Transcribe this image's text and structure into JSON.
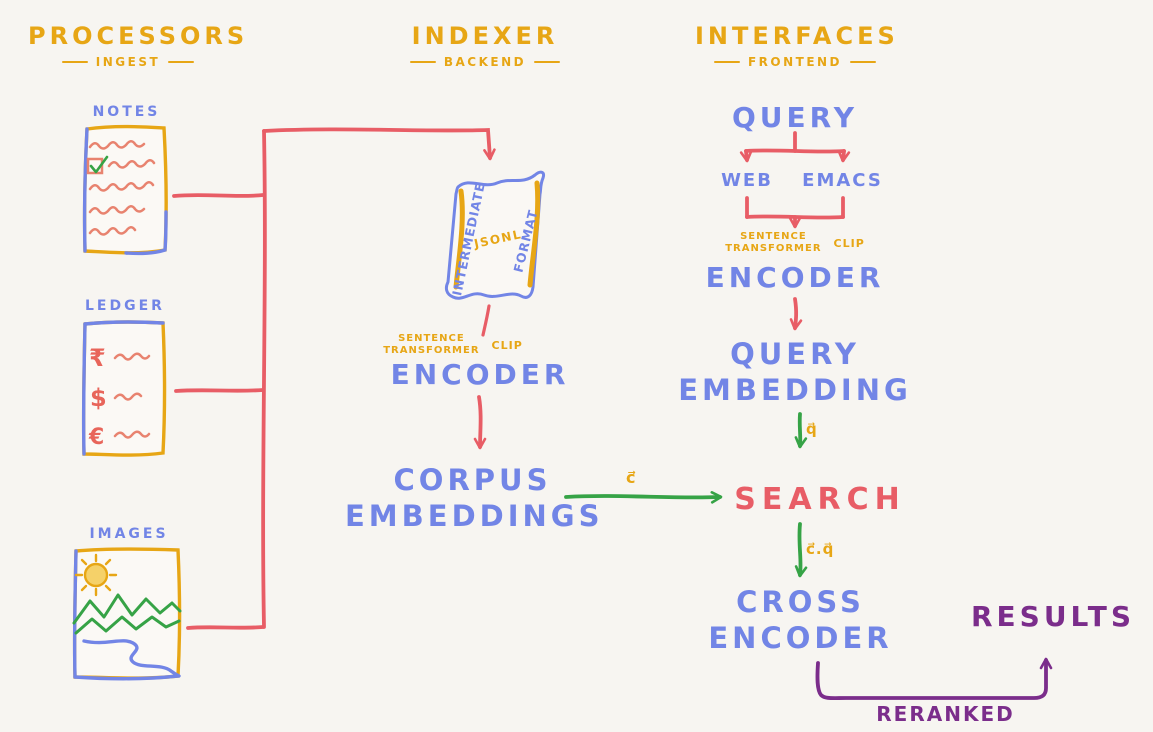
{
  "headers": {
    "processors": {
      "title": "PROCESSORS",
      "subtitle": "INGEST"
    },
    "indexer": {
      "title": "INDEXER",
      "subtitle": "BACKEND"
    },
    "interfaces": {
      "title": "INTERFACES",
      "subtitle": "FRONTEND"
    }
  },
  "processors": {
    "notes_label": "NOTES",
    "ledger_label": "LEDGER",
    "images_label": "IMAGES",
    "ledger_symbols": [
      "₹",
      "$",
      "€"
    ]
  },
  "indexer": {
    "scroll": {
      "side_left": "INTERMEDIATE",
      "center": "JSONL",
      "side_right": "FORMAT"
    },
    "model_line1": "SENTENCE",
    "model_line2": "TRANSFORMER",
    "model_alt": "CLIP",
    "encoder": "ENCODER",
    "corpus_line1": "CORPUS",
    "corpus_line2": "EMBEDDINGS"
  },
  "interfaces": {
    "query": "QUERY",
    "web": "WEB",
    "emacs": "EMACS",
    "model_line1": "SENTENCE",
    "model_line2": "TRANSFORMER",
    "model_alt": "CLIP",
    "encoder": "ENCODER",
    "query_embedding_line1": "QUERY",
    "query_embedding_line2": "EMBEDDING",
    "search": "SEARCH",
    "cross_line1": "CROSS",
    "cross_line2": "ENCODER",
    "results": "RESULTS",
    "reranked": "RERANKED"
  },
  "edge_labels": {
    "corpus_vector": "c⃗",
    "query_vector": "q⃗",
    "similarity": "c⃗.q⃗"
  },
  "colors": {
    "background": "#f7f5f1",
    "yellow": "#e7a615",
    "blue": "#7285e6",
    "red": "#e85d66",
    "salmon": "#e8836f",
    "green": "#36a346",
    "purple": "#7b2d8b"
  }
}
